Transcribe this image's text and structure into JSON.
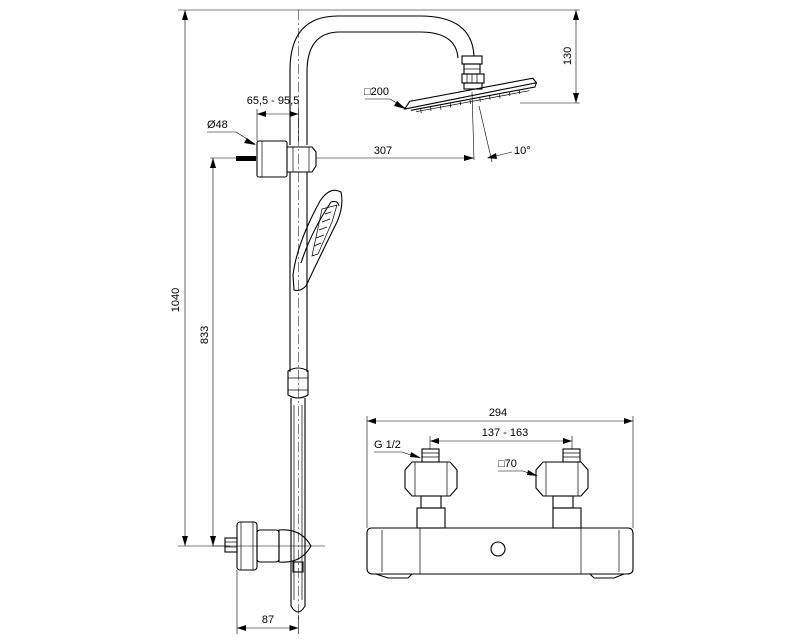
{
  "dimensions": {
    "total_height": "1040",
    "fixing_height": "833",
    "head_drop": "130",
    "arm_reach": "307",
    "wall_distance": "87",
    "adjust_range": "65,5 - 95,5",
    "bracket_diameter": "Ø48",
    "head_size": "□200",
    "tilt_angle": "10°",
    "mixer_width": "294",
    "inlet_spacing": "137 - 163",
    "thread": "G 1/2",
    "escutcheon_size": "□70"
  }
}
